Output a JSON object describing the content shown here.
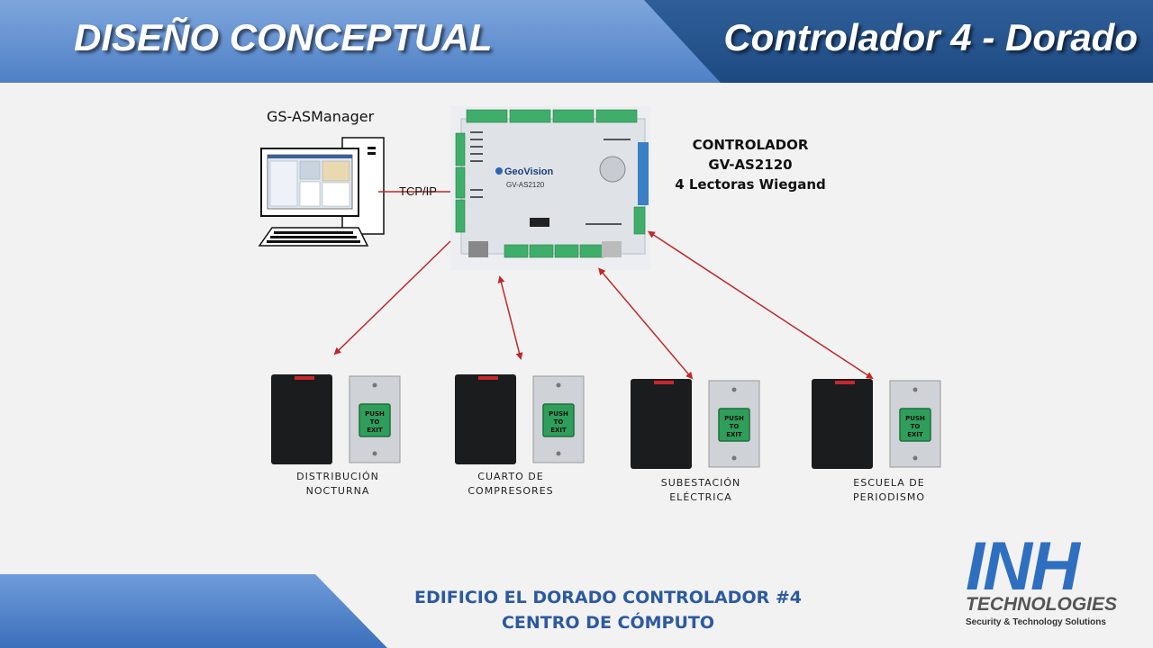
{
  "header": {
    "title_left": "DISEÑO CONCEPTUAL",
    "title_right": "Controlador 4 - Dorado"
  },
  "diagram": {
    "workstation_label": "GS-ASManager",
    "link_label": "TCP/IP",
    "controller": {
      "brand": "GeoVision",
      "model_on_board": "GV-AS2120",
      "label_lines": [
        "CONTROLADOR",
        "GV-AS2120",
        "4 Lectoras Wiegand"
      ]
    },
    "stations": [
      {
        "line1": "DISTRIBUCIÓN",
        "line2": "NOCTURNA"
      },
      {
        "line1": "CUARTO DE",
        "line2": "COMPRESORES"
      },
      {
        "line1": "SUBESTACIÓN",
        "line2": "ELÉCTRICA"
      },
      {
        "line1": "ESCUELA DE",
        "line2": "PERIODISMO"
      }
    ],
    "exit_button_text": [
      "PUSH",
      "TO",
      "EXIT"
    ],
    "colors": {
      "arrow": "#c0282a",
      "board": "#dfe3e8",
      "terminal": "#3fae6a",
      "button": "#2f9e5a"
    }
  },
  "footer": {
    "line1": "EDIFICIO EL DORADO CONTROLADOR #4",
    "line2": "CENTRO DE CÓMPUTO"
  },
  "logo": {
    "mark": "INH",
    "name": "TECHNOLOGIES",
    "tagline": "Security & Technology Solutions"
  }
}
